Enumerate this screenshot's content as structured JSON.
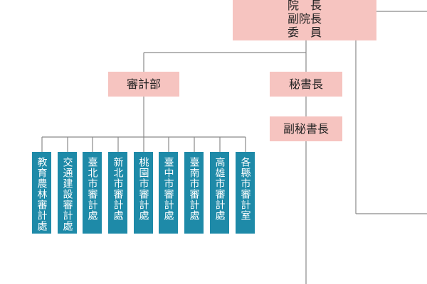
{
  "top": {
    "lines": [
      "院　長",
      "副院長",
      "委　員"
    ]
  },
  "audit_dept": {
    "label": "審計部"
  },
  "secretary_general": {
    "label": "秘書長"
  },
  "deputy_secretary_general": {
    "label": "副秘書長"
  },
  "audit_offices": [
    {
      "label": "教育農林審計處"
    },
    {
      "label": "交通建設審計處"
    },
    {
      "label": "臺北市審計處"
    },
    {
      "label": "新北市審計處"
    },
    {
      "label": "桃園市審計處"
    },
    {
      "label": "臺中市審計處"
    },
    {
      "label": "臺南市審計處"
    },
    {
      "label": "高雄市審計處"
    },
    {
      "label": "各縣市審計室"
    }
  ],
  "colors": {
    "pink_box": "#f6c4c0",
    "blue_box": "#1e8aa8",
    "connector": "#8a8a8a"
  }
}
